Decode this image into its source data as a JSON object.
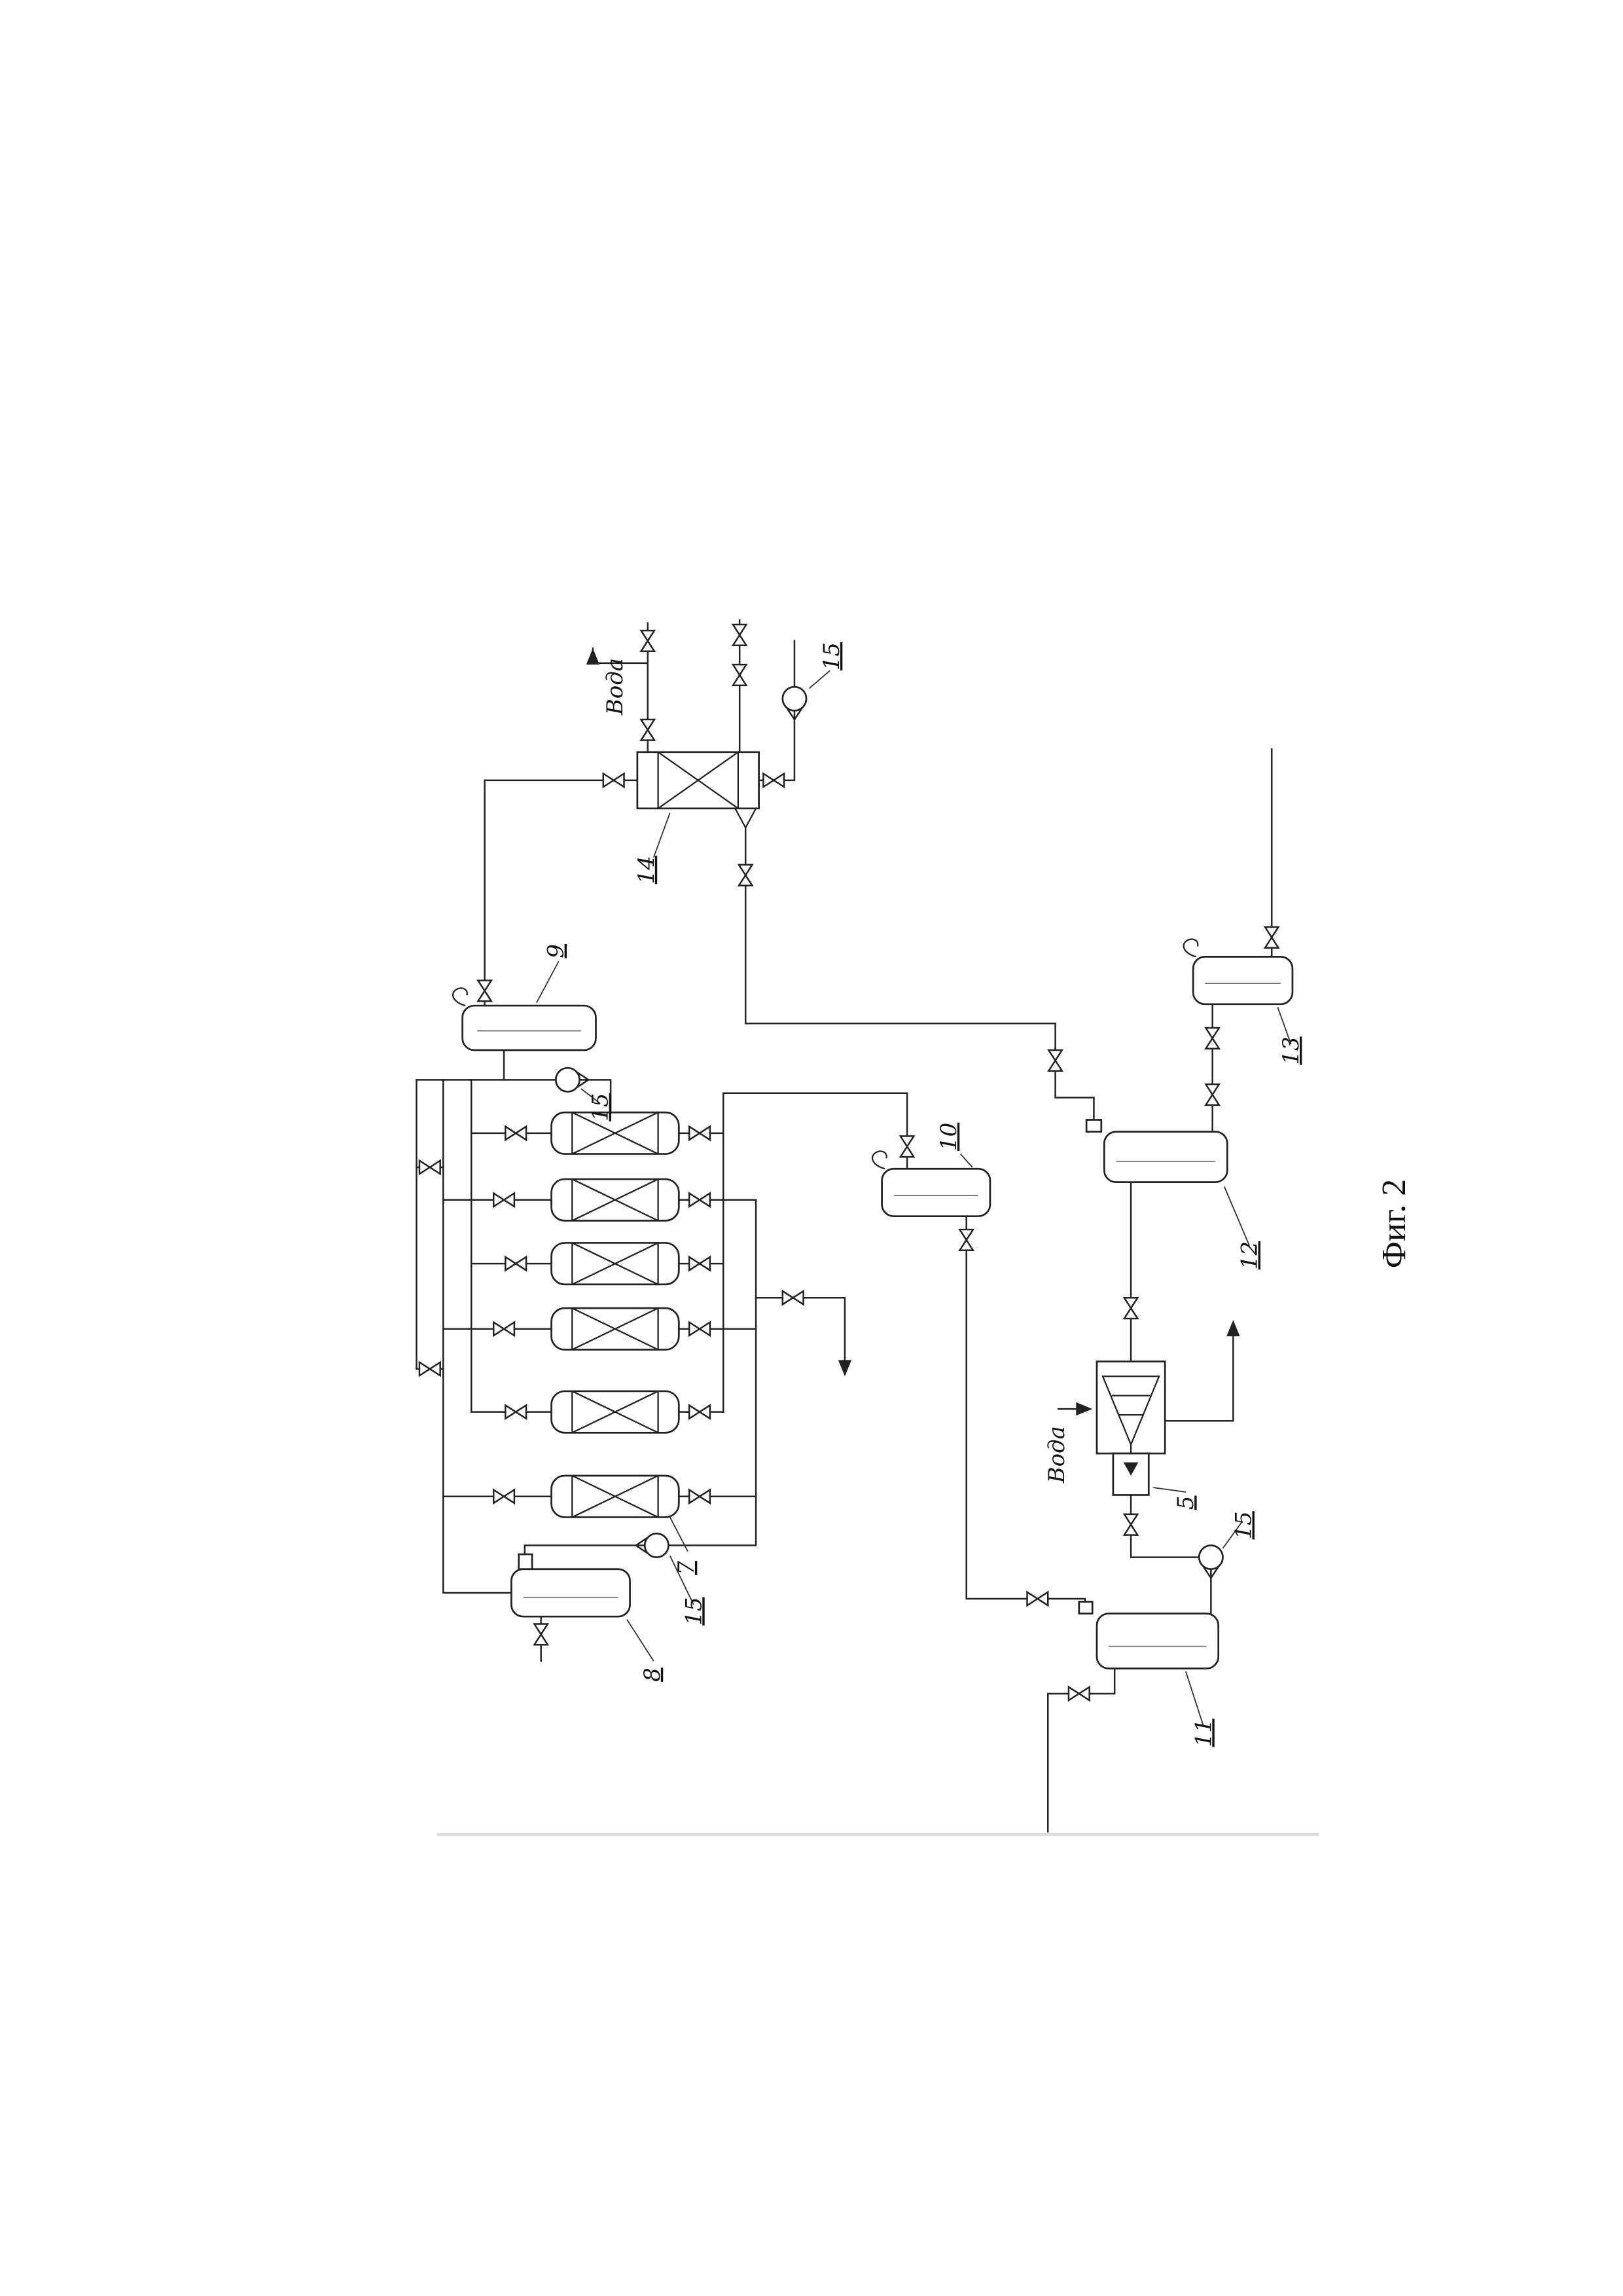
{
  "figure": {
    "caption": "Фиг. 2"
  },
  "annotations": {
    "water_top": "Вода",
    "water_column": "Вода"
  },
  "equipment_labels": {
    "heat_exchanger": "14",
    "pump_top": "15",
    "vessel_9": "9",
    "pump_feed": "15",
    "reactor_bank": "7",
    "pump_circulation": "15",
    "vessel_8": "8",
    "vessel_10": "10",
    "column": "5",
    "vessel_12": "12",
    "vessel_13": "13",
    "vessel_11": "11",
    "pump_bottoms": "15"
  }
}
